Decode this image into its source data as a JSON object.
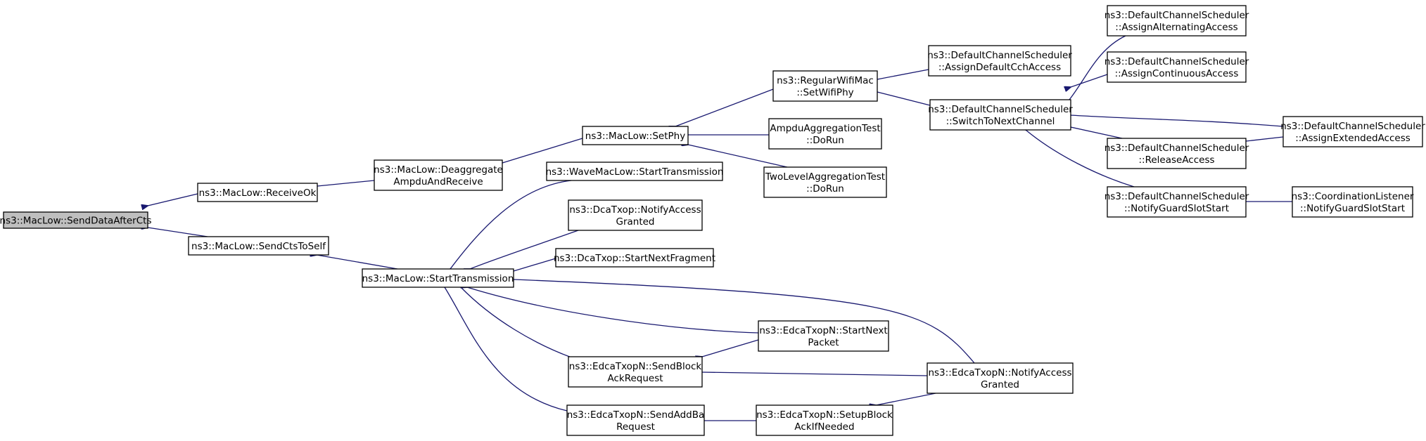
{
  "graph": {
    "nodes": [
      {
        "id": "send_data_after_cts",
        "lines": [
          "ns3::MacLow::SendDataAfterCts"
        ],
        "focus": true
      },
      {
        "id": "receive_ok",
        "lines": [
          "ns3::MacLow::ReceiveOk"
        ]
      },
      {
        "id": "send_cts_to_self",
        "lines": [
          "ns3::MacLow::SendCtsToSelf"
        ]
      },
      {
        "id": "deaggregate",
        "lines": [
          "ns3::MacLow::Deaggregate",
          "AmpduAndReceive"
        ]
      },
      {
        "id": "start_transmission",
        "lines": [
          "ns3::MacLow::StartTransmission"
        ]
      },
      {
        "id": "set_phy",
        "lines": [
          "ns3::MacLow::SetPhy"
        ]
      },
      {
        "id": "wave_start_tx",
        "lines": [
          "ns3::WaveMacLow::StartTransmission"
        ]
      },
      {
        "id": "dca_notify",
        "lines": [
          "ns3::DcaTxop::NotifyAccess",
          "Granted"
        ]
      },
      {
        "id": "dca_next_frag",
        "lines": [
          "ns3::DcaTxop::StartNextFragment"
        ]
      },
      {
        "id": "send_block_ack",
        "lines": [
          "ns3::EdcaTxopN::SendBlock",
          "AckRequest"
        ]
      },
      {
        "id": "send_addba",
        "lines": [
          "ns3::EdcaTxopN::SendAddBa",
          "Request"
        ]
      },
      {
        "id": "set_wifi_phy",
        "lines": [
          "ns3::RegularWifiMac",
          "::SetWifiPhy"
        ]
      },
      {
        "id": "ampdu_test",
        "lines": [
          "AmpduAggregationTest",
          "::DoRun"
        ]
      },
      {
        "id": "two_level_test",
        "lines": [
          "TwoLevelAggregationTest",
          "::DoRun"
        ]
      },
      {
        "id": "start_next_packet",
        "lines": [
          "ns3::EdcaTxopN::StartNext",
          "Packet"
        ]
      },
      {
        "id": "setup_block_ack",
        "lines": [
          "ns3::EdcaTxopN::SetupBlock",
          "AckIfNeeded"
        ]
      },
      {
        "id": "edca_notify",
        "lines": [
          "ns3::EdcaTxopN::NotifyAccess",
          "Granted"
        ]
      },
      {
        "id": "assign_default_cch",
        "lines": [
          "ns3::DefaultChannelScheduler",
          "::AssignDefaultCchAccess"
        ]
      },
      {
        "id": "switch_to_next",
        "lines": [
          "ns3::DefaultChannelScheduler",
          "::SwitchToNextChannel"
        ]
      },
      {
        "id": "assign_alternating",
        "lines": [
          "ns3::DefaultChannelScheduler",
          "::AssignAlternatingAccess"
        ]
      },
      {
        "id": "assign_continuous",
        "lines": [
          "ns3::DefaultChannelScheduler",
          "::AssignContinuousAccess"
        ]
      },
      {
        "id": "release_access",
        "lines": [
          "ns3::DefaultChannelScheduler",
          "::ReleaseAccess"
        ]
      },
      {
        "id": "notify_guard",
        "lines": [
          "ns3::DefaultChannelScheduler",
          "::NotifyGuardSlotStart"
        ]
      },
      {
        "id": "assign_extended",
        "lines": [
          "ns3::DefaultChannelScheduler",
          "::AssignExtendedAccess"
        ]
      },
      {
        "id": "coord_listener",
        "lines": [
          "ns3::CoordinationListener",
          "::NotifyGuardSlotStart"
        ]
      }
    ],
    "edges": [
      {
        "from": "receive_ok",
        "to": "send_data_after_cts"
      },
      {
        "from": "send_cts_to_self",
        "to": "send_data_after_cts"
      },
      {
        "from": "deaggregate",
        "to": "receive_ok"
      },
      {
        "from": "start_transmission",
        "to": "send_cts_to_self"
      },
      {
        "from": "set_phy",
        "to": "deaggregate"
      },
      {
        "from": "wave_start_tx",
        "to": "start_transmission"
      },
      {
        "from": "dca_notify",
        "to": "start_transmission"
      },
      {
        "from": "dca_next_frag",
        "to": "start_transmission"
      },
      {
        "from": "start_next_packet",
        "to": "start_transmission"
      },
      {
        "from": "send_block_ack",
        "to": "start_transmission"
      },
      {
        "from": "send_addba",
        "to": "start_transmission"
      },
      {
        "from": "edca_notify",
        "to": "start_transmission"
      },
      {
        "from": "set_wifi_phy",
        "to": "set_phy"
      },
      {
        "from": "ampdu_test",
        "to": "set_phy"
      },
      {
        "from": "two_level_test",
        "to": "set_phy"
      },
      {
        "from": "start_next_packet",
        "to": "send_block_ack"
      },
      {
        "from": "edca_notify",
        "to": "send_block_ack"
      },
      {
        "from": "setup_block_ack",
        "to": "send_addba"
      },
      {
        "from": "edca_notify",
        "to": "setup_block_ack"
      },
      {
        "from": "assign_default_cch",
        "to": "set_wifi_phy"
      },
      {
        "from": "switch_to_next",
        "to": "set_wifi_phy"
      },
      {
        "from": "assign_alternating",
        "to": "switch_to_next"
      },
      {
        "from": "assign_continuous",
        "to": "switch_to_next"
      },
      {
        "from": "assign_extended",
        "to": "switch_to_next"
      },
      {
        "from": "release_access",
        "to": "switch_to_next"
      },
      {
        "from": "notify_guard",
        "to": "switch_to_next"
      },
      {
        "from": "assign_extended",
        "to": "release_access"
      },
      {
        "from": "coord_listener",
        "to": "notify_guard"
      }
    ],
    "colors": {
      "edge": "#191970",
      "focus_fill": "#bfbfbf",
      "node_fill": "#ffffff",
      "border": "#000000"
    }
  }
}
